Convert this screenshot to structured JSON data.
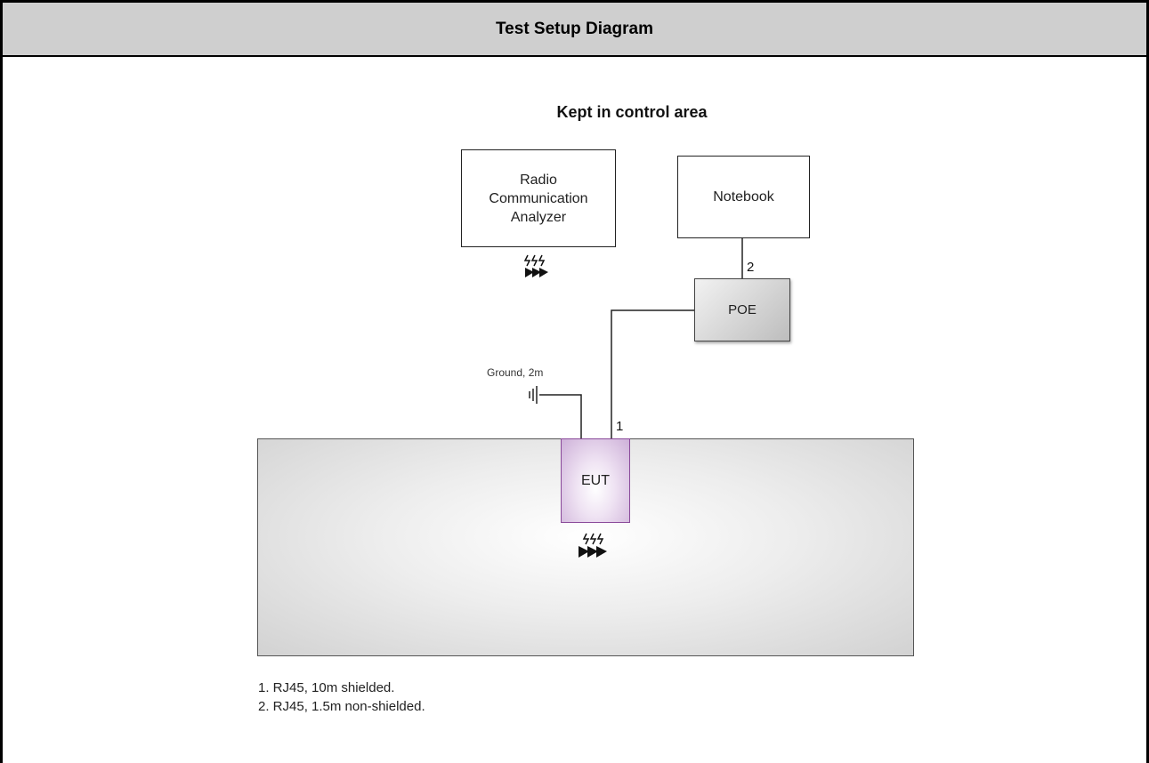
{
  "header": {
    "title": "Test Setup Diagram"
  },
  "diagram": {
    "subtitle": "Kept in control area",
    "rca_line1": "Radio",
    "rca_line2": "Communication",
    "rca_line3": "Analyzer",
    "notebook": "Notebook",
    "poe": "POE",
    "eut": "EUT",
    "ground_label": "Ground, 2m",
    "cable_label_1": "1",
    "cable_label_2": "2"
  },
  "notes": [
    "1. RJ45, 10m shielded.",
    "2. RJ45, 1.5m non-shielded."
  ],
  "icons": {
    "antenna": "antenna-icon",
    "ground": "ground-icon"
  }
}
